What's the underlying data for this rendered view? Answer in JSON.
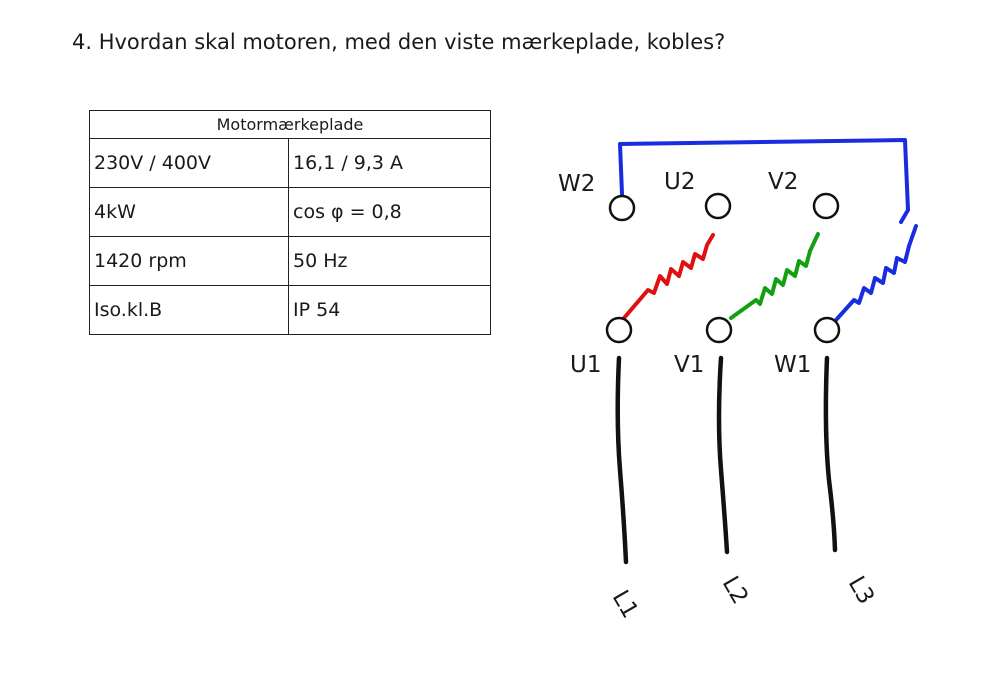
{
  "question": "4. Hvordan skal motoren, med den viste mærkeplade, kobles?",
  "nameplate": {
    "title": "Motormærkeplade",
    "rows": [
      [
        "230V / 400V",
        "16,1 / 9,3 A"
      ],
      [
        "4kW",
        "cos φ = 0,8"
      ],
      [
        "1420 rpm",
        "50 Hz"
      ],
      [
        "Iso.kl.B",
        "IP 54"
      ]
    ]
  },
  "terminals": {
    "W2": "W2",
    "U2": "U2",
    "V2": "V2",
    "U1": "U1",
    "V1": "V1",
    "W1": "W1"
  },
  "leads": {
    "L1": "L1",
    "L2": "L2",
    "L3": "L3"
  },
  "colors": {
    "winding_u": "#e01010",
    "winding_v": "#12a012",
    "winding_w": "#1a2ce0",
    "lead": "#111111"
  }
}
